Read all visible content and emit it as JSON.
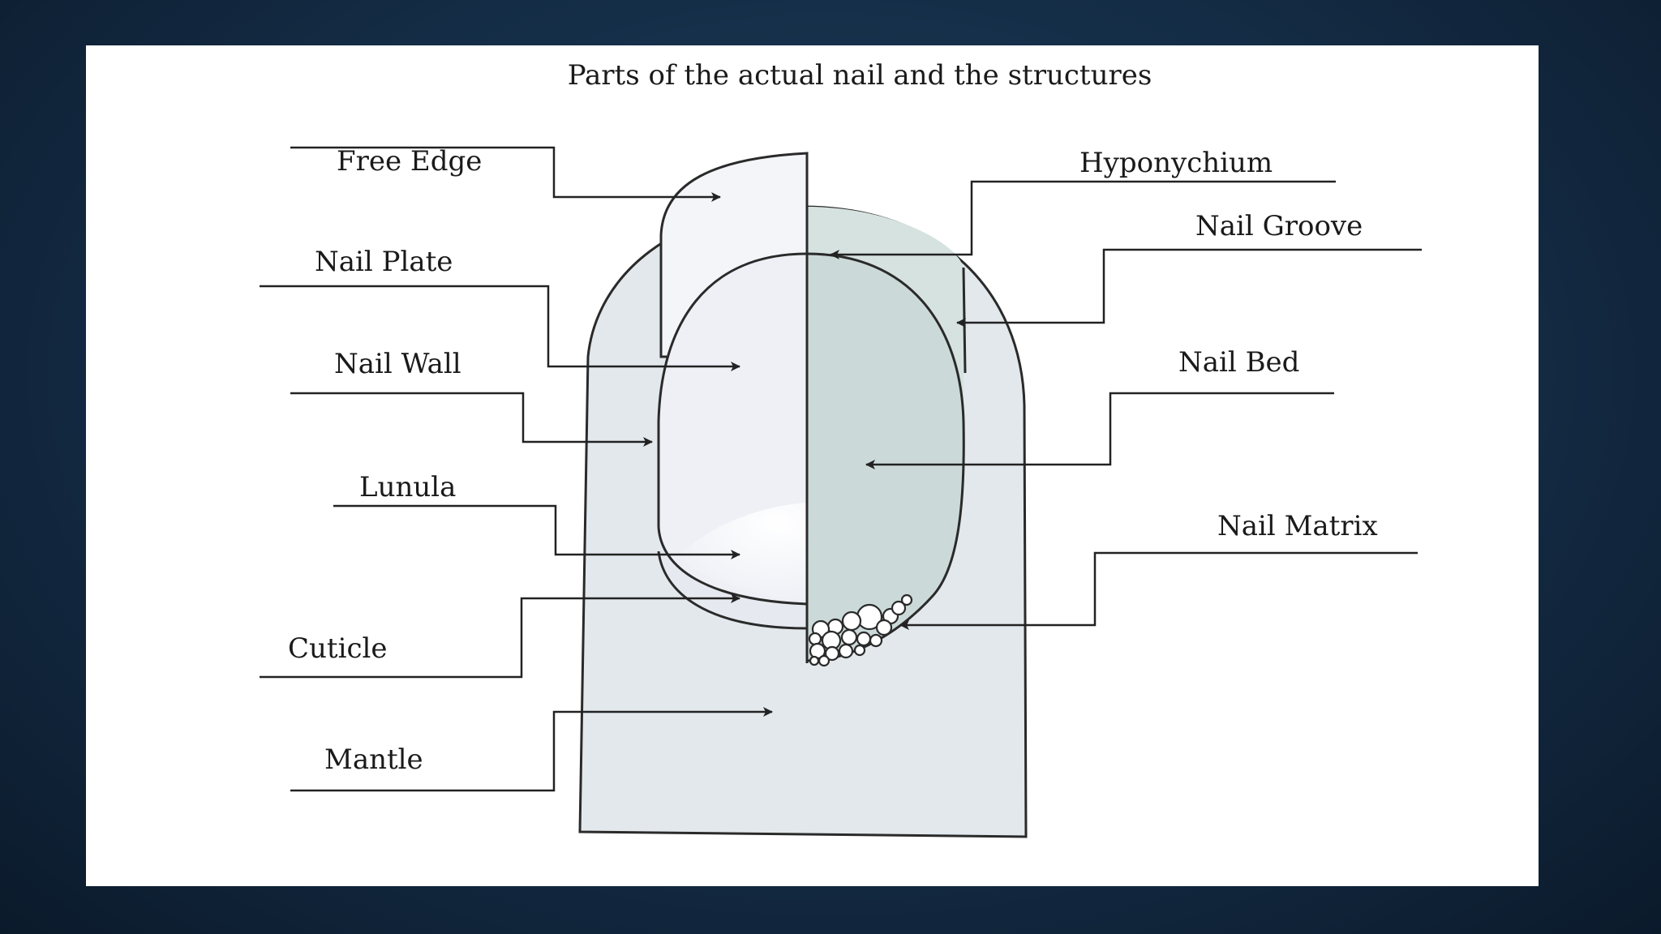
{
  "diagram": {
    "title": "Parts of the actual nail and the structures",
    "labels": {
      "free_edge": "Free Edge",
      "nail_plate": "Nail Plate",
      "nail_wall": "Nail Wall",
      "lunula": "Lunula",
      "cuticle": "Cuticle",
      "mantle": "Mantle",
      "hyponychium": "Hyponychium",
      "nail_groove": "Nail Groove",
      "nail_bed": "Nail Bed",
      "nail_matrix": "Nail Matrix"
    }
  },
  "colors": {
    "background": "#142c45",
    "figure_bg": "#ffffff",
    "finger_fill": "#e2e8ec",
    "nail_plate_fill": "#eef0f6",
    "nail_bed_fill": "#cbdad8",
    "line": "#222222"
  }
}
